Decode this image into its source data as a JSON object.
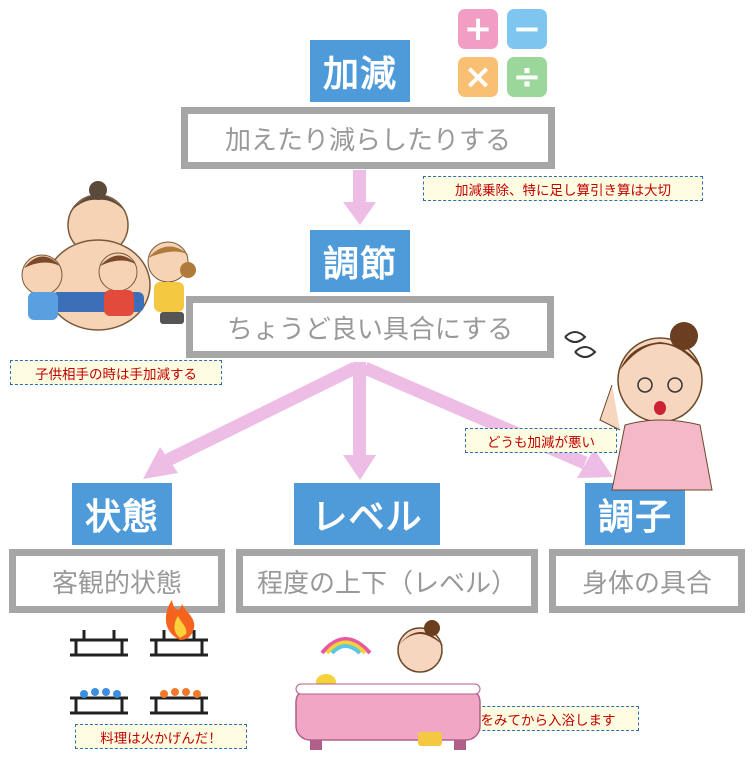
{
  "ops": {
    "plus": "+",
    "minus": "−",
    "times": "×",
    "divide": "÷",
    "plus_color": "#f29ec4",
    "minus_color": "#7ec6ef",
    "times_color": "#f9bf72",
    "divide_color": "#9bd69a"
  },
  "top": {
    "heading": "加減",
    "definition": "加えたり減らしたりする",
    "note": "加減乗除、特に足し算引き算は大切"
  },
  "middle": {
    "heading": "調節",
    "definition": "ちょうど良い具合にする",
    "note_left": "子供相手の時は手加減する",
    "note_right": "どうも加減が悪い"
  },
  "branches": [
    {
      "heading": "状態",
      "definition": "客観的状態",
      "note": "料理は火かげんだ！"
    },
    {
      "heading": "レベル",
      "definition": "程度の上下（レベル）",
      "note": "湯かげんをみてから入浴します"
    },
    {
      "heading": "調子",
      "definition": "身体の具合"
    }
  ],
  "colors": {
    "heading_bg": "#4f9bd9",
    "box_border": "#a6a6a6",
    "arrow": "#eebde6",
    "note_text": "#c00000",
    "note_border": "#2f6db5"
  }
}
